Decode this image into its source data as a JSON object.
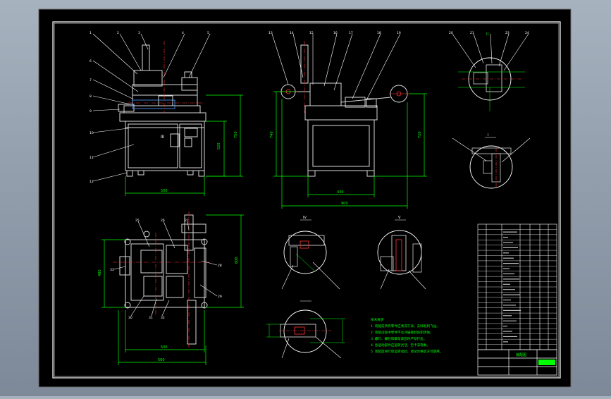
{
  "drawing": {
    "title_block_name": "装配图"
  },
  "views": {
    "section_1": {
      "label": "I"
    },
    "section_2": {
      "label": "II"
    },
    "section_3": {
      "label": "IV"
    },
    "section_4": {
      "label": "V"
    }
  },
  "tech_notes": {
    "heading": "技术要求",
    "lines": [
      "1. 装配前所有零件应清洗干净，去除毛刺飞边。",
      "2. 装配过程中零件不允许磕碰划伤和锈蚀。",
      "3. 螺钉、螺栓和螺母紧固时严禁打击。",
      "4. 各运动部件应运转灵活，无卡滞现象。",
      "5. 装配后进行空运转试验，调试合格后方可使用。"
    ]
  },
  "colors": {
    "frame": "#ffffff",
    "paper": "#000000",
    "dimension": "#00ff00",
    "center": "#ff3333",
    "leader": "#ffffff",
    "part": "#cccccc"
  }
}
